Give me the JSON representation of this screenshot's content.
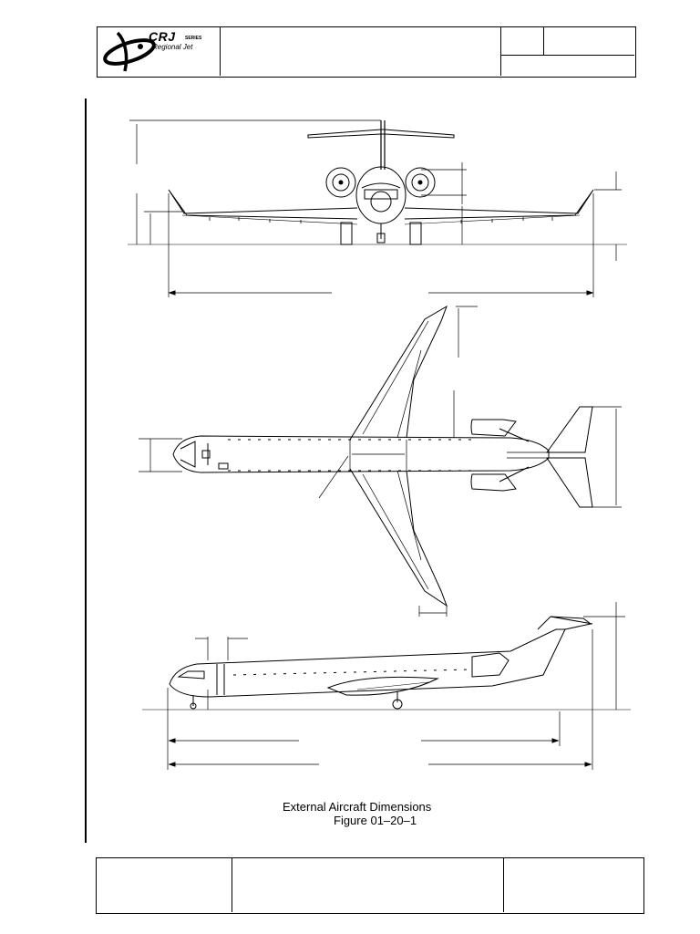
{
  "header": {
    "logo": {
      "brand": "CRJ",
      "series": "SERIES",
      "subtitle": "Regional Jet"
    }
  },
  "figure": {
    "title": "External Aircraft Dimensions",
    "number": "Figure 01–20–1"
  },
  "colors": {
    "line": "#000000",
    "background": "#ffffff"
  }
}
